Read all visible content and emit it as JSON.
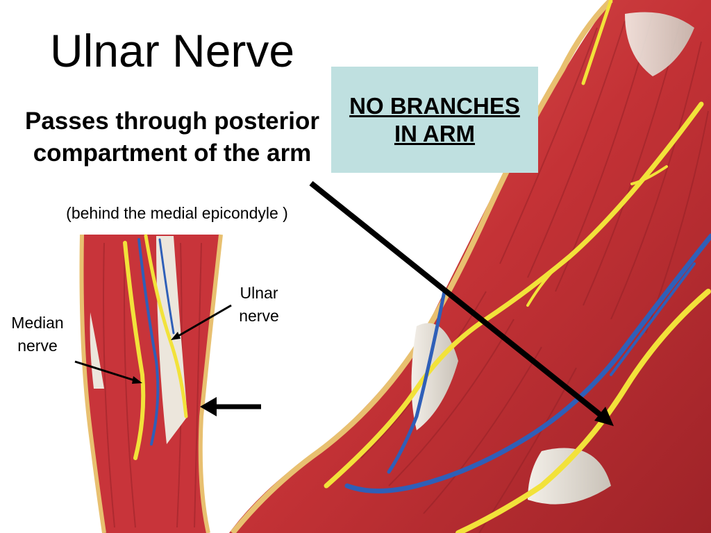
{
  "slide": {
    "title": "Ulnar Nerve",
    "callout": "NO BRANCHES IN ARM",
    "main_point": "Passes through posterior compartment of the arm",
    "sub_point": "(behind the medial epicondyle )"
  },
  "labels": {
    "median_nerve": "Median nerve",
    "ulnar_nerve": "Ulnar nerve"
  },
  "colors": {
    "callout_bg": "#bfe0e0",
    "muscle": "#c8343a",
    "nerve": "#f2e23a",
    "vein": "#2f5fb8",
    "tendon": "#e8e2d8",
    "arrow": "#000000"
  },
  "illustrations": {
    "large": "posterior-arm-anatomy-illustration",
    "small": "anterior-arm-anatomy-illustration"
  }
}
